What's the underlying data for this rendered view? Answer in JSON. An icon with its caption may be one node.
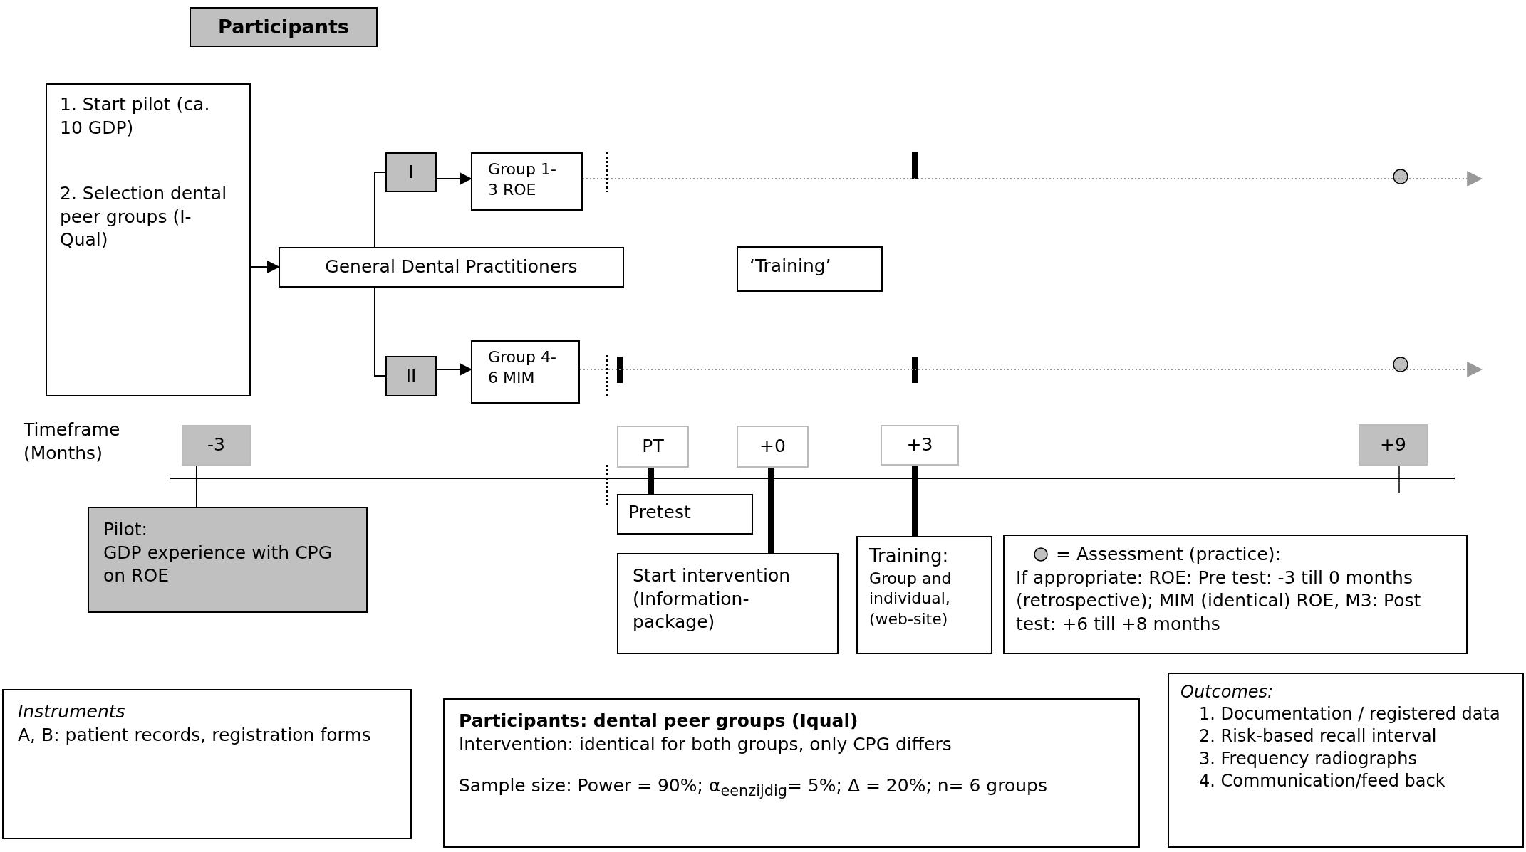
{
  "diagram": {
    "nodes": [
      {
        "text": [
          "Participants"
        ]
      },
      {
        "text": [
          "1. Start pilot (ca. 10 GDP)",
          "2. Selection dental peer groups (I-Qual)"
        ]
      },
      {
        "text": [
          "General Dental Practitioners"
        ]
      },
      {
        "text": [
          "I"
        ]
      },
      {
        "text": [
          "Group 1-3 ROE"
        ]
      },
      {
        "text": [
          "II"
        ]
      },
      {
        "text": [
          "Group 4-6 MIM"
        ]
      },
      {
        "text": [
          "‘Training’"
        ]
      },
      {
        "text": [
          "-3"
        ]
      },
      {
        "text": [
          "PT"
        ]
      },
      {
        "text": [
          "+0"
        ]
      },
      {
        "text": [
          "+3"
        ]
      },
      {
        "text": [
          "+9"
        ]
      },
      {
        "text": [
          "Pilot:",
          "GDP experience with CPG on ROE"
        ]
      },
      {
        "text": [
          "Pretest"
        ]
      },
      {
        "text": [
          "Start intervention (Information-package)"
        ]
      },
      {
        "text": [
          "Training:",
          "Group and individual, (web-site)"
        ]
      },
      {
        "text": [
          "= Assessment (practice):",
          "If appropriate: ROE: Pre test: -3 till 0 months (retrospective); MIM (identical) ROE, M3: Post test: +6 till +8 months"
        ]
      },
      {
        "text": [
          "Instruments",
          "A, B: patient records, registration forms"
        ]
      },
      {
        "text": [
          "Participants: dental peer groups (Iqual)",
          "Intervention: identical for both groups, only CPG differs",
          "Sample size: Power = 90%; α$_{eenzijdig}$= 5%; Δ = 20%; n= 6 groups"
        ]
      },
      {
        "text": [
          "Outcomes:",
          "1. Documentation / registered data",
          "2. Risk-based recall interval",
          "3. Frequency radiographs",
          "4. Communication/feed back"
        ]
      }
    ],
    "edges": [
      {
        "from": 1,
        "to": 2,
        "arrow": "to"
      },
      {
        "from": 2,
        "to": 3,
        "arrow": "none"
      },
      {
        "from": 2,
        "to": 5,
        "arrow": "none"
      },
      {
        "from": 3,
        "to": 4,
        "arrow": "to"
      },
      {
        "from": 5,
        "to": 6,
        "arrow": "to"
      },
      {
        "from": 4,
        "to": null,
        "arrow": "to",
        "style": "dashed",
        "color": "#999999"
      },
      {
        "from": 6,
        "to": null,
        "arrow": "to",
        "style": "dashed",
        "color": "#999999"
      },
      {
        "from": 8,
        "to": 13,
        "arrow": "none"
      },
      {
        "from": 9,
        "to": 14,
        "arrow": "none",
        "style": "thick"
      },
      {
        "from": 10,
        "to": 15,
        "arrow": "none",
        "style": "thick"
      },
      {
        "from": 11,
        "to": 16,
        "arrow": "none",
        "style": "thick"
      }
    ],
    "labels": [
      "Timeframe (Months)"
    ]
  }
}
